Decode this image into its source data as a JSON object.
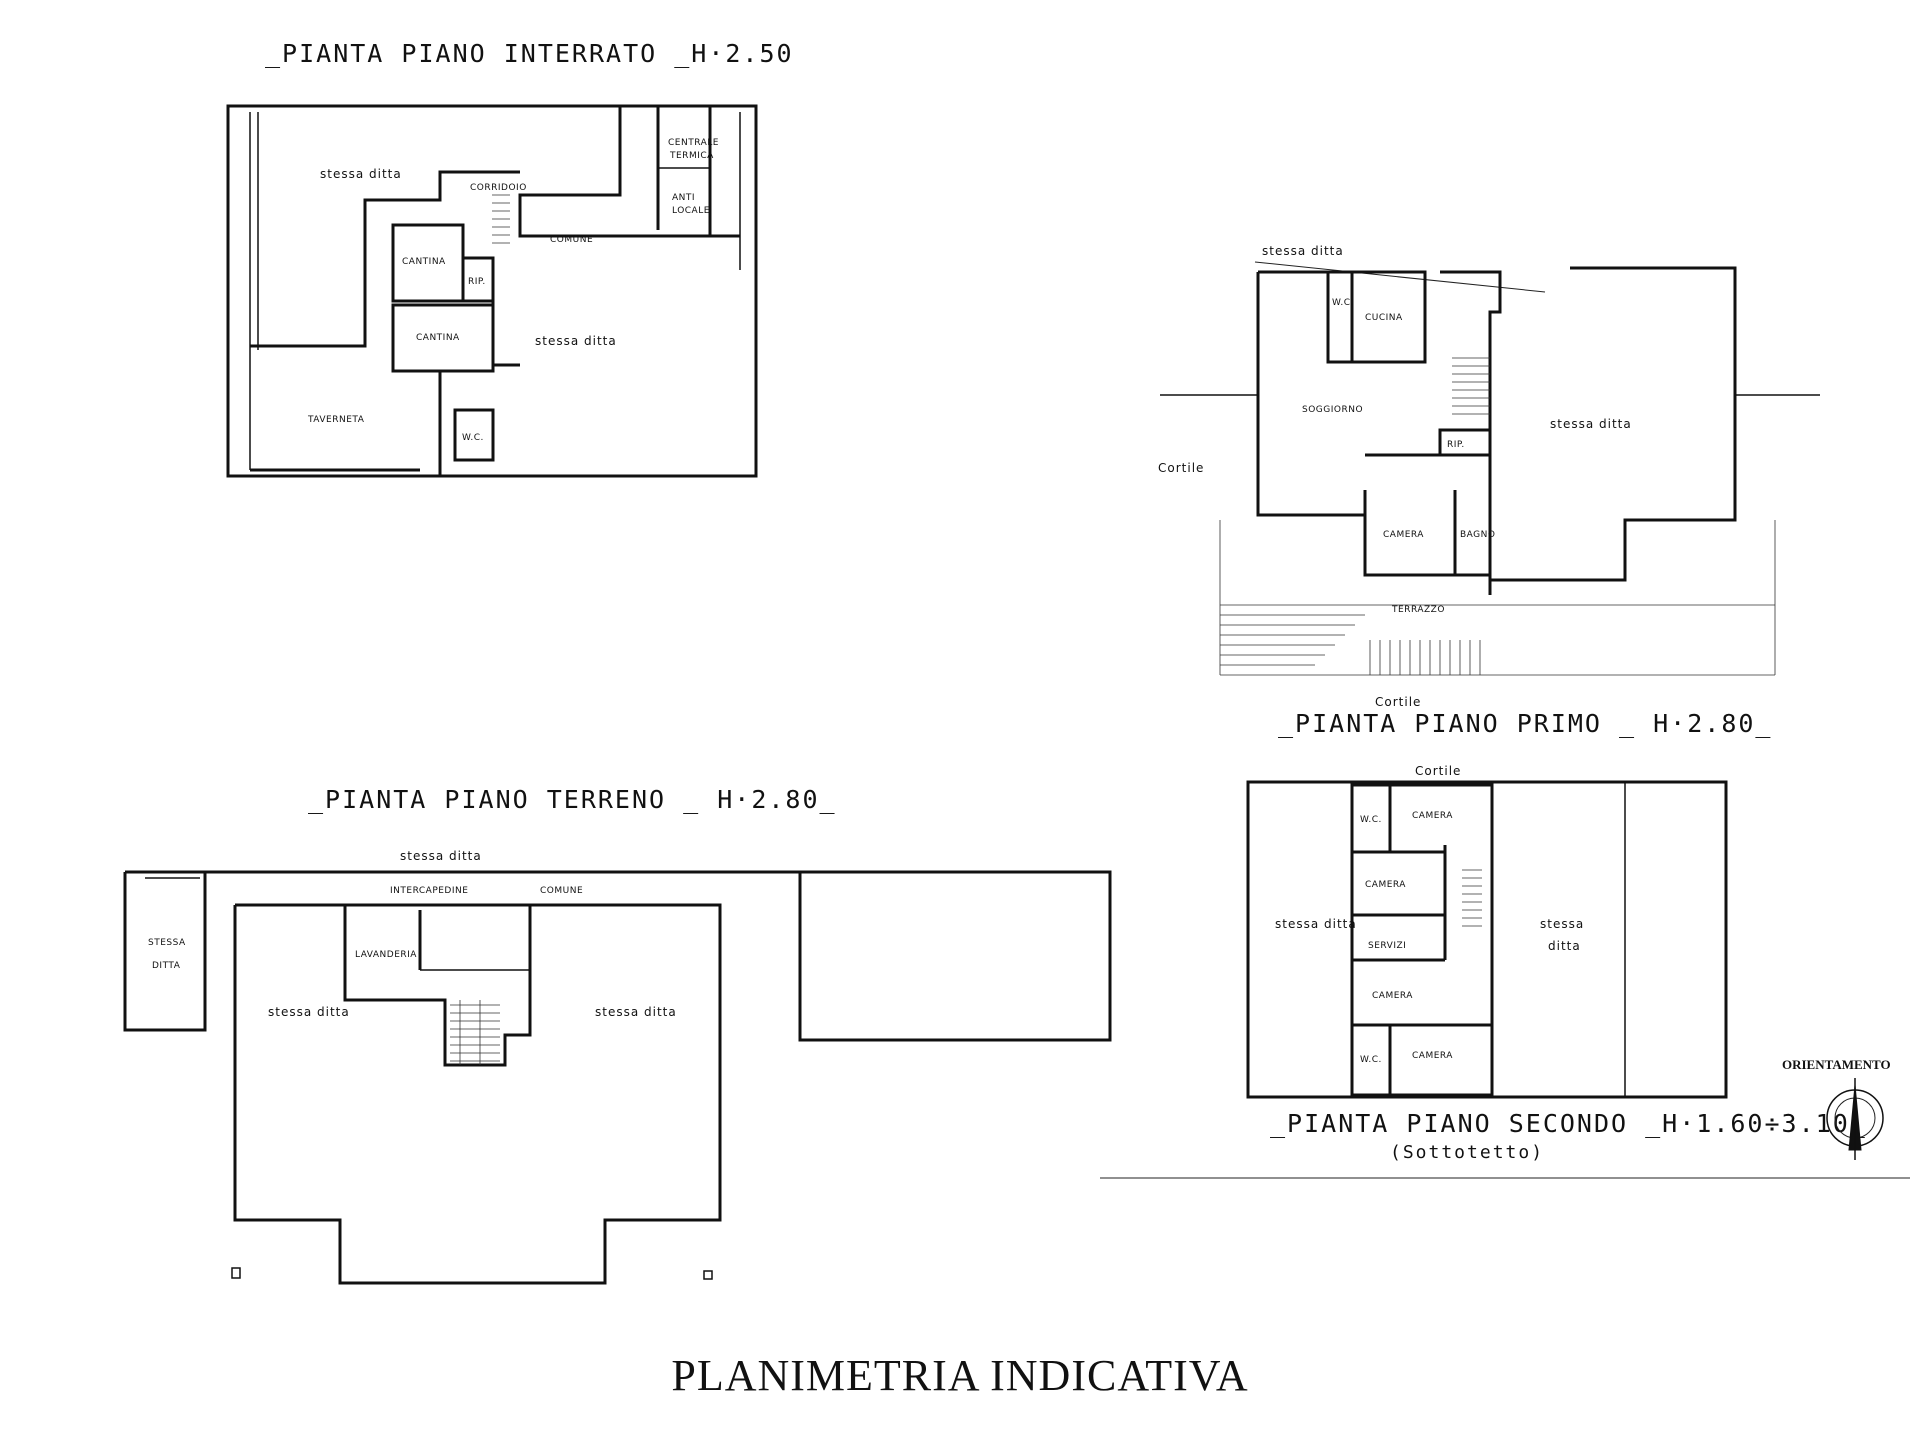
{
  "interrato": {
    "title": "_PIANTA  PIANO  INTERRATO _H·2.50",
    "rooms": {
      "stessa_ditta_top": "stessa ditta",
      "corridoio": "CORRIDOIO",
      "centrale_termica_1": "CENTRALE",
      "centrale_termica_2": "TERMICA",
      "anti_locale_1": "ANTI",
      "anti_locale_2": "LOCALE",
      "comune": "COMUNE",
      "cantina_1": "CANTINA",
      "rip": "RIP.",
      "cantina_2": "CANTINA",
      "stessa_ditta_right": "stessa  ditta",
      "taverneta": "TAVERNETA",
      "wc": "W.C."
    }
  },
  "primo": {
    "title": "_PIANTA  PIANO  PRIMO _ H·2.80_",
    "rooms": {
      "stessa_ditta_top": "stessa  ditta",
      "wc": "W.C.",
      "cucina": "CUCINA",
      "soggiorno": "SOGGIORNO",
      "rip": "RIP.",
      "stessa_ditta_right": "stessa  ditta",
      "cortile_left": "Cortile",
      "camera": "CAMERA",
      "bagno": "BAGNO",
      "terrazzo": "TERRAZZO",
      "cortile_bottom": "Cortile"
    }
  },
  "terreno": {
    "title": "_PIANTA  PIANO  TERRENO _ H·2.80_",
    "rooms": {
      "stessa_ditta_top": "stessa  ditta",
      "intercapedine": "INTERCAPEDINE",
      "comune": "COMUNE",
      "stessa_ditta_box_1": "STESSA",
      "stessa_ditta_box_2": "DITTA",
      "lavanderia": "LAVANDERIA",
      "stessa_ditta_left": "stessa  ditta",
      "stessa_ditta_right": "stessa  ditta"
    }
  },
  "secondo": {
    "title": "_PIANTA  PIANO  SECONDO _H·1.60÷3.10_",
    "subtitle": "(Sottotetto)",
    "rooms": {
      "cortile": "Cortile",
      "wc_top": "W.C.",
      "camera_1": "CAMERA",
      "camera_2": "CAMERA",
      "stessa_ditta_left": "stessa ditta",
      "stessa_1": "stessa",
      "ditta_1": "ditta",
      "servizi": "SERVIZI",
      "camera_3": "CAMERA",
      "wc_bottom": "W.C.",
      "camera_4": "CAMERA"
    }
  },
  "orientamento": "ORIENTAMENTO",
  "footer_title": "PLANIMETRIA INDICATIVA"
}
